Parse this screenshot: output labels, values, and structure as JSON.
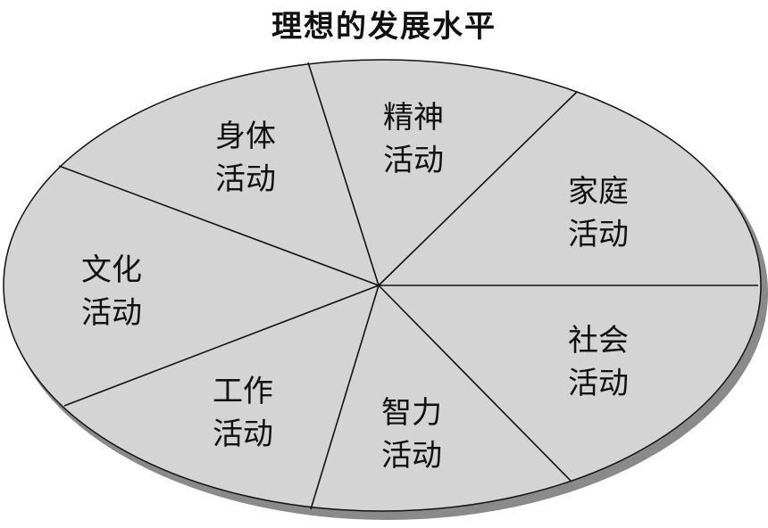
{
  "title": "理想的发展水平",
  "colors": {
    "ellipse_fill": "#d4d4d4",
    "outline": "#111111",
    "shadow": "#8a8a8a"
  },
  "segments": [
    {
      "id": "body",
      "line1": "身体",
      "line2": "活动"
    },
    {
      "id": "spirit",
      "line1": "精神",
      "line2": "活动"
    },
    {
      "id": "family",
      "line1": "家庭",
      "line2": "活动"
    },
    {
      "id": "social",
      "line1": "社会",
      "line2": "活动"
    },
    {
      "id": "intellect",
      "line1": "智力",
      "line2": "活动"
    },
    {
      "id": "work",
      "line1": "工作",
      "line2": "活动"
    },
    {
      "id": "culture",
      "line1": "文化",
      "line2": "活动"
    }
  ]
}
